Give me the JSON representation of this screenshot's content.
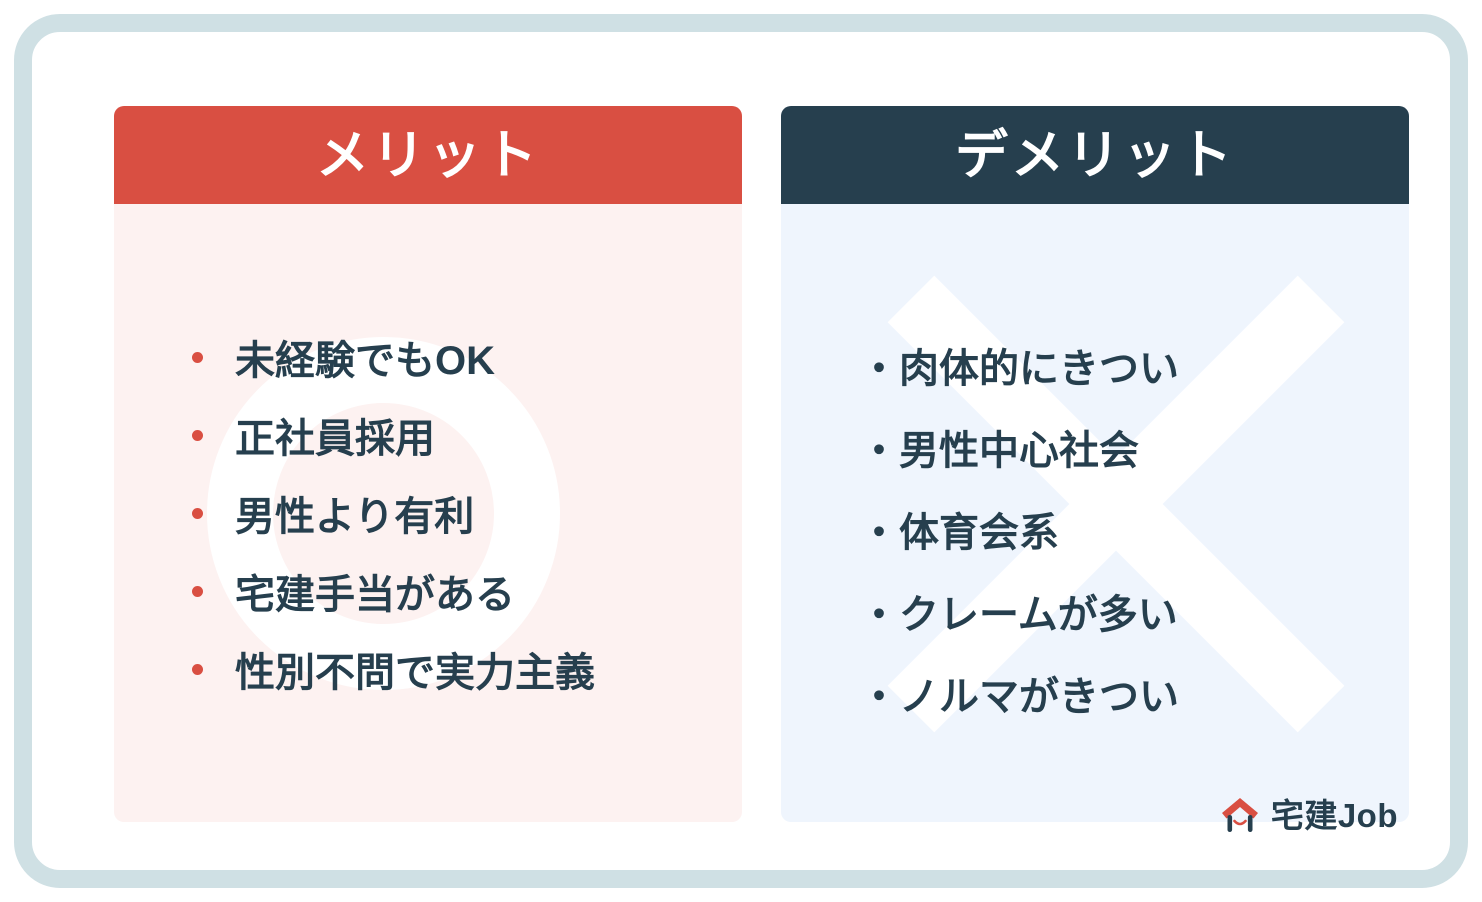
{
  "theme": {
    "page_background": "#ffffff",
    "frame_border": "#cfe0e4",
    "merit_header_bg": "#d94f42",
    "merit_panel_bg": "#fdf2f1",
    "demerit_header_bg": "#263f4e",
    "demerit_panel_bg": "#eff5fd",
    "text_color": "#263f4e",
    "bullet_color": "#d94f42",
    "watermark_color": "#ffffff"
  },
  "panels": {
    "merit": {
      "title": "メリット",
      "watermark": "circle-o-watermark",
      "bullet_style": "dot",
      "items": [
        "未経験でもOK",
        "正社員採用",
        "男性より有利",
        "宅建手当がある",
        "性別不問で実力主義"
      ]
    },
    "demerit": {
      "title": "デメリット",
      "watermark": "cross-x-watermark",
      "bullet_style": "middle-dot",
      "bullet_char": "・",
      "items": [
        "肉体的にきつい",
        "男性中心社会",
        "体育会系",
        "クレームが多い",
        "ノルマがきつい"
      ]
    }
  },
  "logo": {
    "icon": "house-smile-icon",
    "text": "宅建Job"
  }
}
